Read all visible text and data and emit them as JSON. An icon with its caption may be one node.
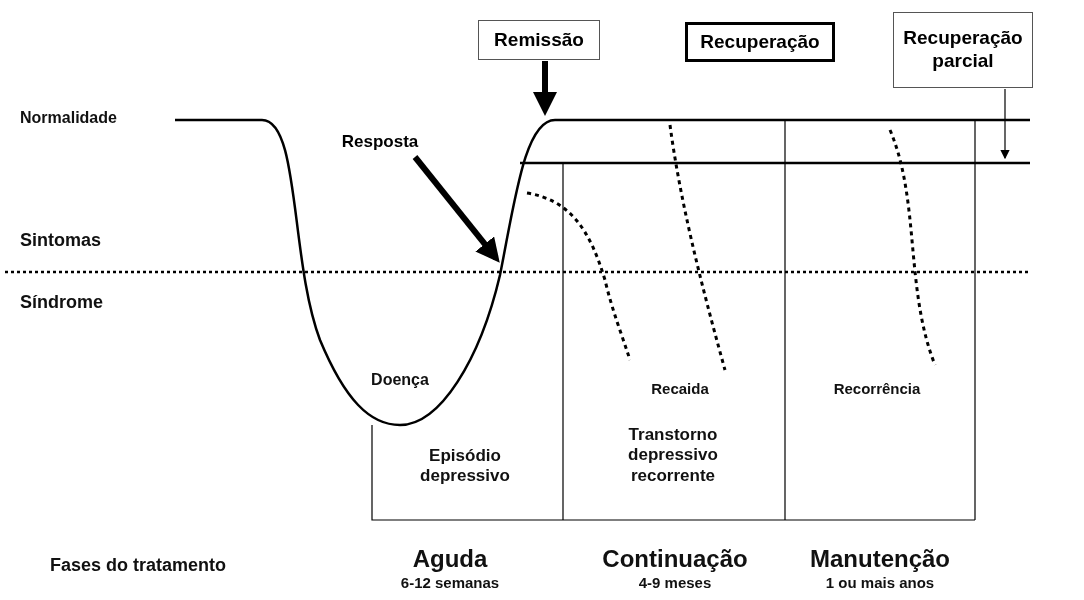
{
  "diagram": {
    "nodes": [
      {
        "text": [
          "Remissão"
        ]
      },
      {
        "text": [
          "Recuperação"
        ]
      },
      {
        "text": [
          "Recuperação parcial"
        ]
      },
      {
        "text": [
          "Resposta"
        ]
      }
    ],
    "edges": [
      {
        "from": 0,
        "to": null,
        "arrow": "to"
      },
      {
        "from": 3,
        "to": null,
        "arrow": "to"
      },
      {
        "from": 2,
        "to": null,
        "arrow": "to"
      }
    ],
    "labels": [
      "Normalidade",
      "Sintomas",
      "Síndrome",
      "Doença",
      "Recaida",
      "Recorrência",
      "Episódio depressivo",
      "Transtorno depressivo recorrente",
      "Fases do tratamento",
      "Aguda",
      "Continuação",
      "Manutenção",
      "6-12 semanas",
      "4-9 meses",
      "1 ou mais anos"
    ]
  }
}
